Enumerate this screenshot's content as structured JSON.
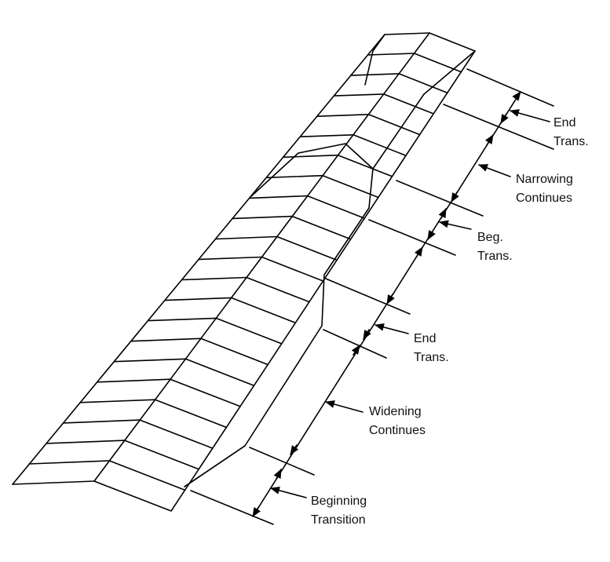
{
  "labels": {
    "end_trans_top": [
      "End",
      "Trans."
    ],
    "narrowing": [
      "Narrowing",
      "Continues"
    ],
    "beg_trans": [
      "Beg.",
      "Trans."
    ],
    "end_trans_mid": [
      "End",
      "Trans."
    ],
    "widening": [
      "Widening",
      "Continues"
    ],
    "beginning": [
      "Beginning",
      "Transition"
    ]
  },
  "colors": {
    "line": "#000000",
    "background": "#ffffff"
  }
}
